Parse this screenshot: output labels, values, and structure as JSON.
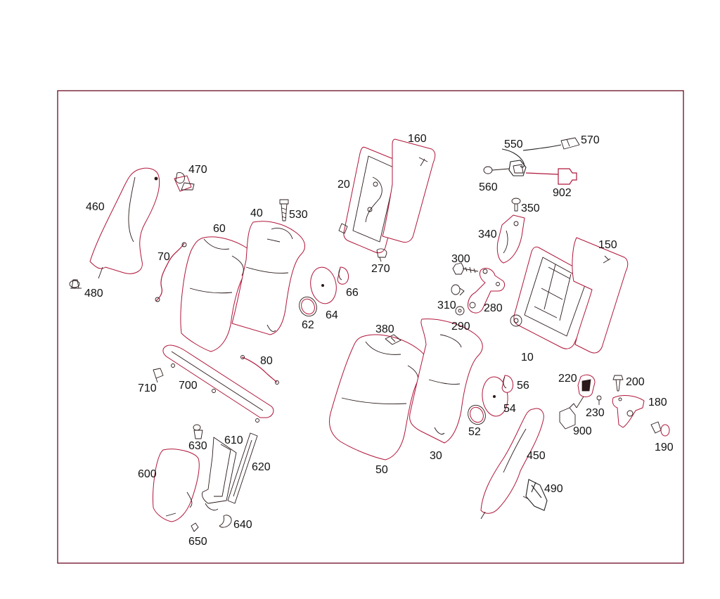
{
  "labels": {
    "l10": "10",
    "l20": "20",
    "l30": "30",
    "l40": "40",
    "l50": "50",
    "l52": "52",
    "l54": "54",
    "l56": "56",
    "l60": "60",
    "l62": "62",
    "l64": "64",
    "l66": "66",
    "l70": "70",
    "l80": "80",
    "l150": "150",
    "l160": "160",
    "l180": "180",
    "l190": "190",
    "l200": "200",
    "l220": "220",
    "l230": "230",
    "l270": "270",
    "l280": "280",
    "l290": "290",
    "l300": "300",
    "l310": "310",
    "l340": "340",
    "l350": "350",
    "l380": "380",
    "l450": "450",
    "l460": "460",
    "l470": "470",
    "l480": "480",
    "l490": "490",
    "l530": "530",
    "l550": "550",
    "l560": "560",
    "l570": "570",
    "l600": "600",
    "l610": "610",
    "l620": "620",
    "l630": "630",
    "l640": "640",
    "l650": "650",
    "l700": "700",
    "l710": "710",
    "l900": "900",
    "l902": "902"
  },
  "colors": {
    "frame": "#6b0a24",
    "part_stroke": "#b0163a",
    "ink": "#111111"
  }
}
